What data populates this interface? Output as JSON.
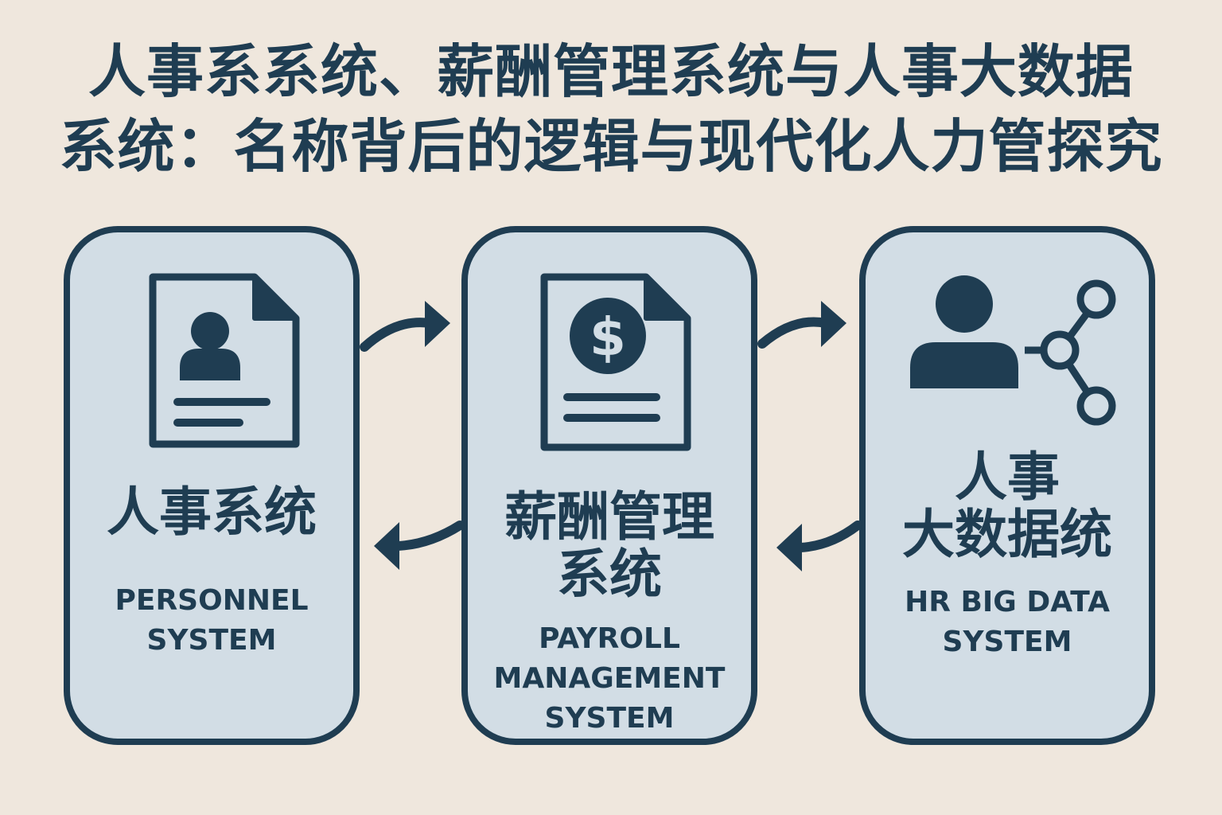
{
  "title": {
    "line1": "人事系系统、薪酬管理系统与人事大数据",
    "line2": "系统：名称背后的逻辑与现代化人力管探究"
  },
  "colors": {
    "background": "#efe7dd",
    "panel_fill": "#d2dde5",
    "ink": "#1f3d52"
  },
  "panels": [
    {
      "icon": "person-document-icon",
      "cn_lines": [
        "人事系统"
      ],
      "en_lines": [
        "PERSONNEL",
        "SYSTEM"
      ]
    },
    {
      "icon": "dollar-document-icon",
      "cn_lines": [
        "薪酬管理",
        "系统"
      ],
      "en_lines": [
        "PAYROLL",
        "MANAGEMENT",
        "SYSTEM"
      ]
    },
    {
      "icon": "person-network-icon",
      "cn_lines": [
        "人事",
        "大数据统"
      ],
      "en_lines": [
        "HR BIG DATA",
        "SYSTEM"
      ]
    }
  ],
  "connectors": [
    {
      "from": "人事系统",
      "to": "薪酬管理系统",
      "icon": "arrow-right-icon"
    },
    {
      "from": "薪酬管理系统",
      "to": "人事大数据统",
      "icon": "arrow-right-icon"
    },
    {
      "from": "薪酬管理系统",
      "to": "人事系统",
      "icon": "arrow-left-icon"
    },
    {
      "from": "人事大数据统",
      "to": "薪酬管理系统",
      "icon": "arrow-left-icon"
    }
  ]
}
